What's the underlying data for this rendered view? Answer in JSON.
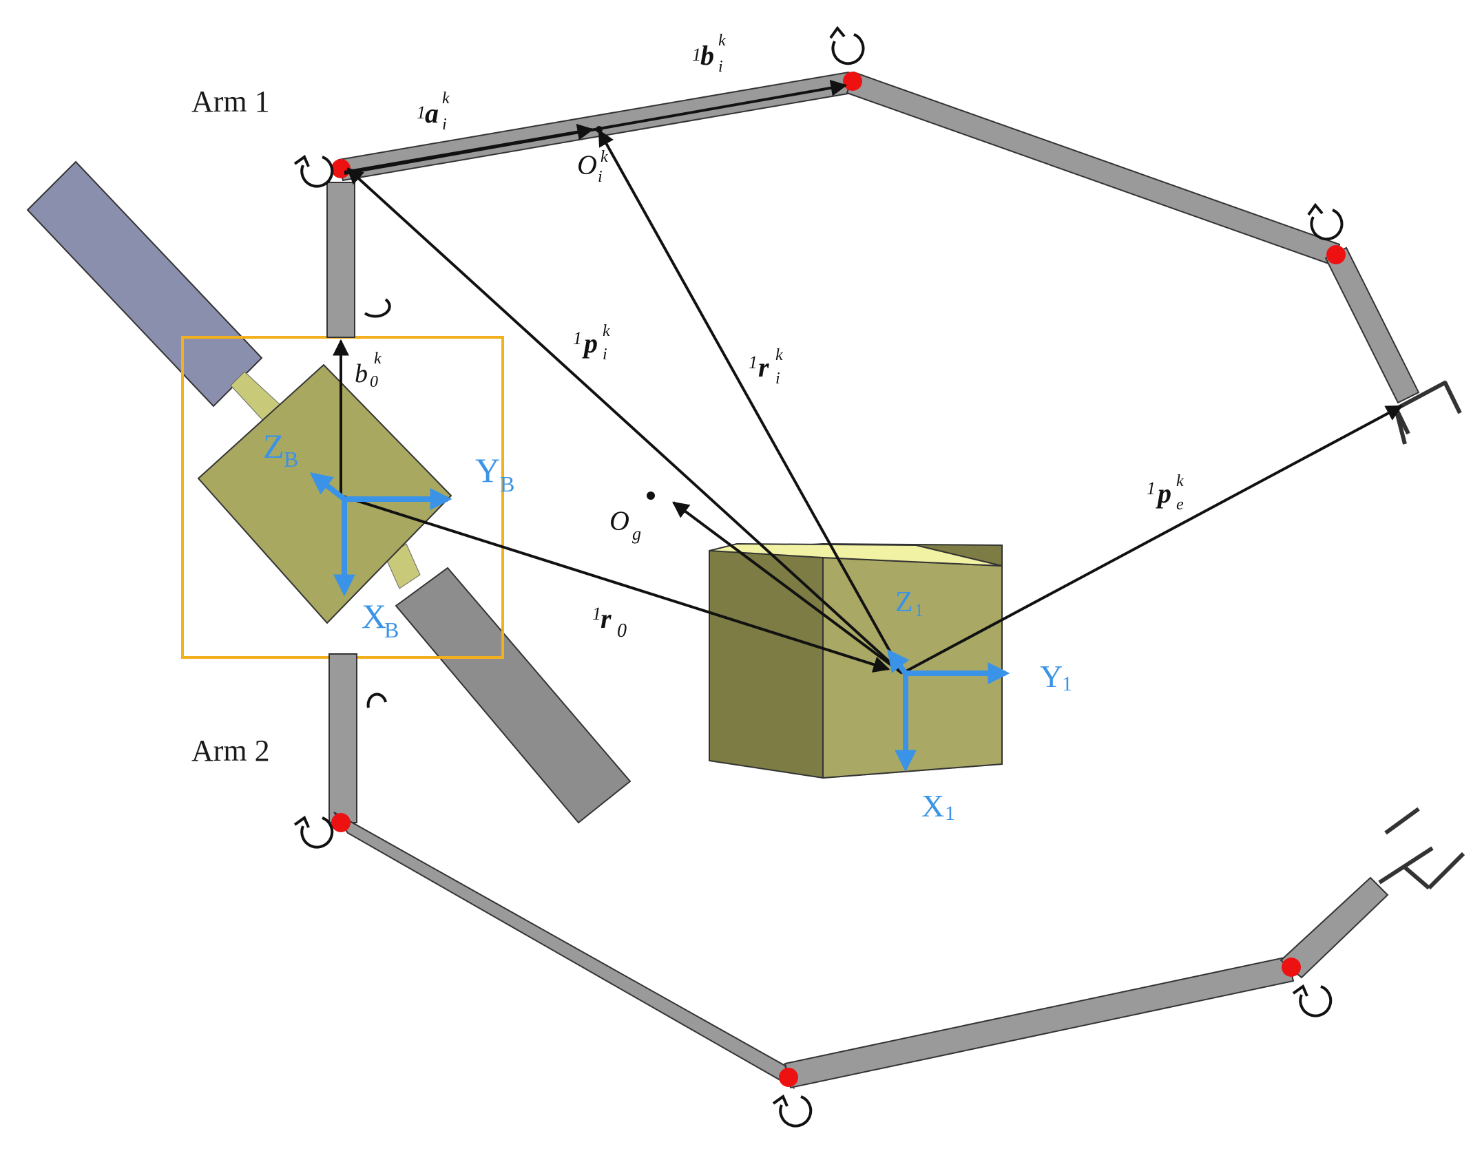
{
  "labels": {
    "arm1": "Arm 1",
    "arm2": "Arm 2"
  },
  "vectors": {
    "a": {
      "pre": "1",
      "sym": "a",
      "sub": "i",
      "sup": "k"
    },
    "b": {
      "pre": "1",
      "sym": "b",
      "sub": "i",
      "sup": "k"
    },
    "p": {
      "pre": "1",
      "sym": "p",
      "sub": "i",
      "sup": "k"
    },
    "r": {
      "pre": "1",
      "sym": "r",
      "sub": "i",
      "sup": "k"
    },
    "pe": {
      "pre": "1",
      "sym": "p",
      "sub": "e",
      "sup": "k"
    },
    "r0": {
      "pre": "1",
      "sym": "r",
      "sub": "0"
    }
  },
  "points": {
    "Oi": {
      "sym": "O",
      "sub": "i",
      "sup": "k"
    },
    "Og": {
      "sym": "O",
      "sub": "g"
    },
    "b0": {
      "sym": "b",
      "sub": "0",
      "sup": "k"
    }
  },
  "frames": {
    "base": {
      "z": "Z",
      "y": "Y",
      "x": "X",
      "sub": "B"
    },
    "target": {
      "z": "Z",
      "y": "Y",
      "x": "X",
      "sub": "1"
    }
  },
  "colors": {
    "link": "#9a9a9a",
    "joint": "#ee1111",
    "axis": "#3a93e6",
    "body": "#a8a860",
    "panel": "#8b8fae",
    "highlight": "#f2b01e"
  }
}
